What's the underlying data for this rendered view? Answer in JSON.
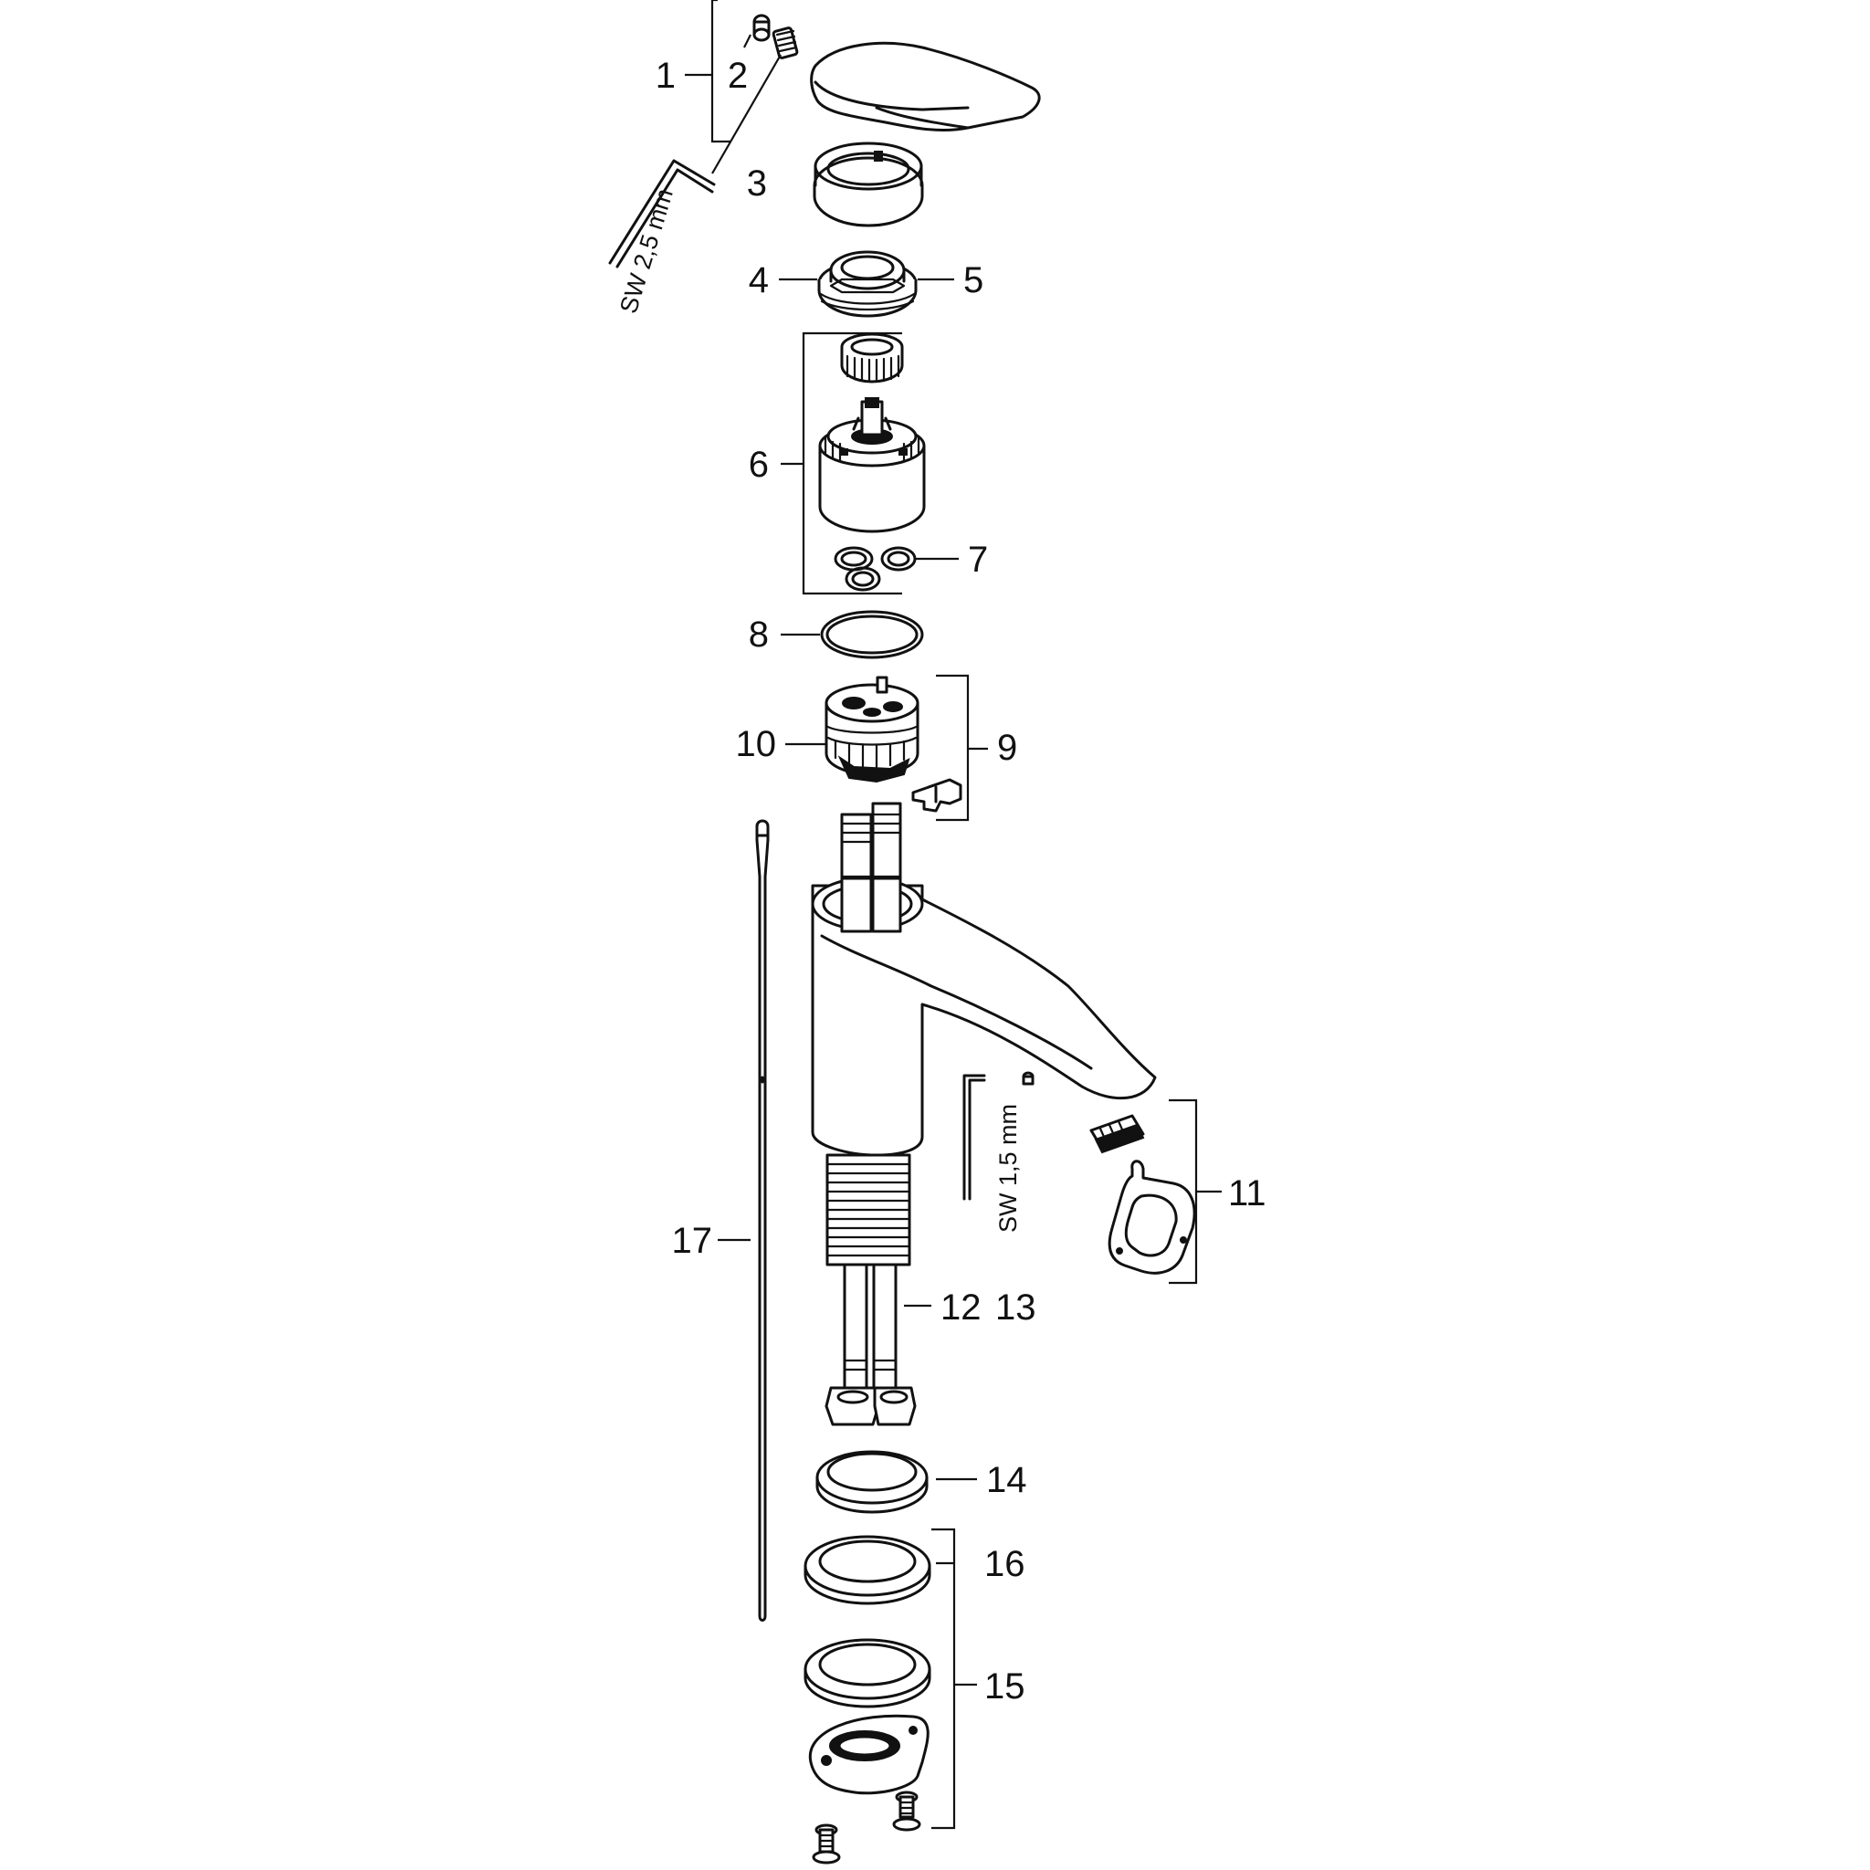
{
  "labels": [
    "1",
    "2",
    "3",
    "4",
    "5",
    "6",
    "7",
    "8",
    "9",
    "10",
    "11",
    "12",
    "13",
    "14",
    "15",
    "16",
    "17"
  ],
  "tool_labels": {
    "allen_key_large": "SW 2,5 mm",
    "allen_key_small": "SW 1,5 mm"
  }
}
